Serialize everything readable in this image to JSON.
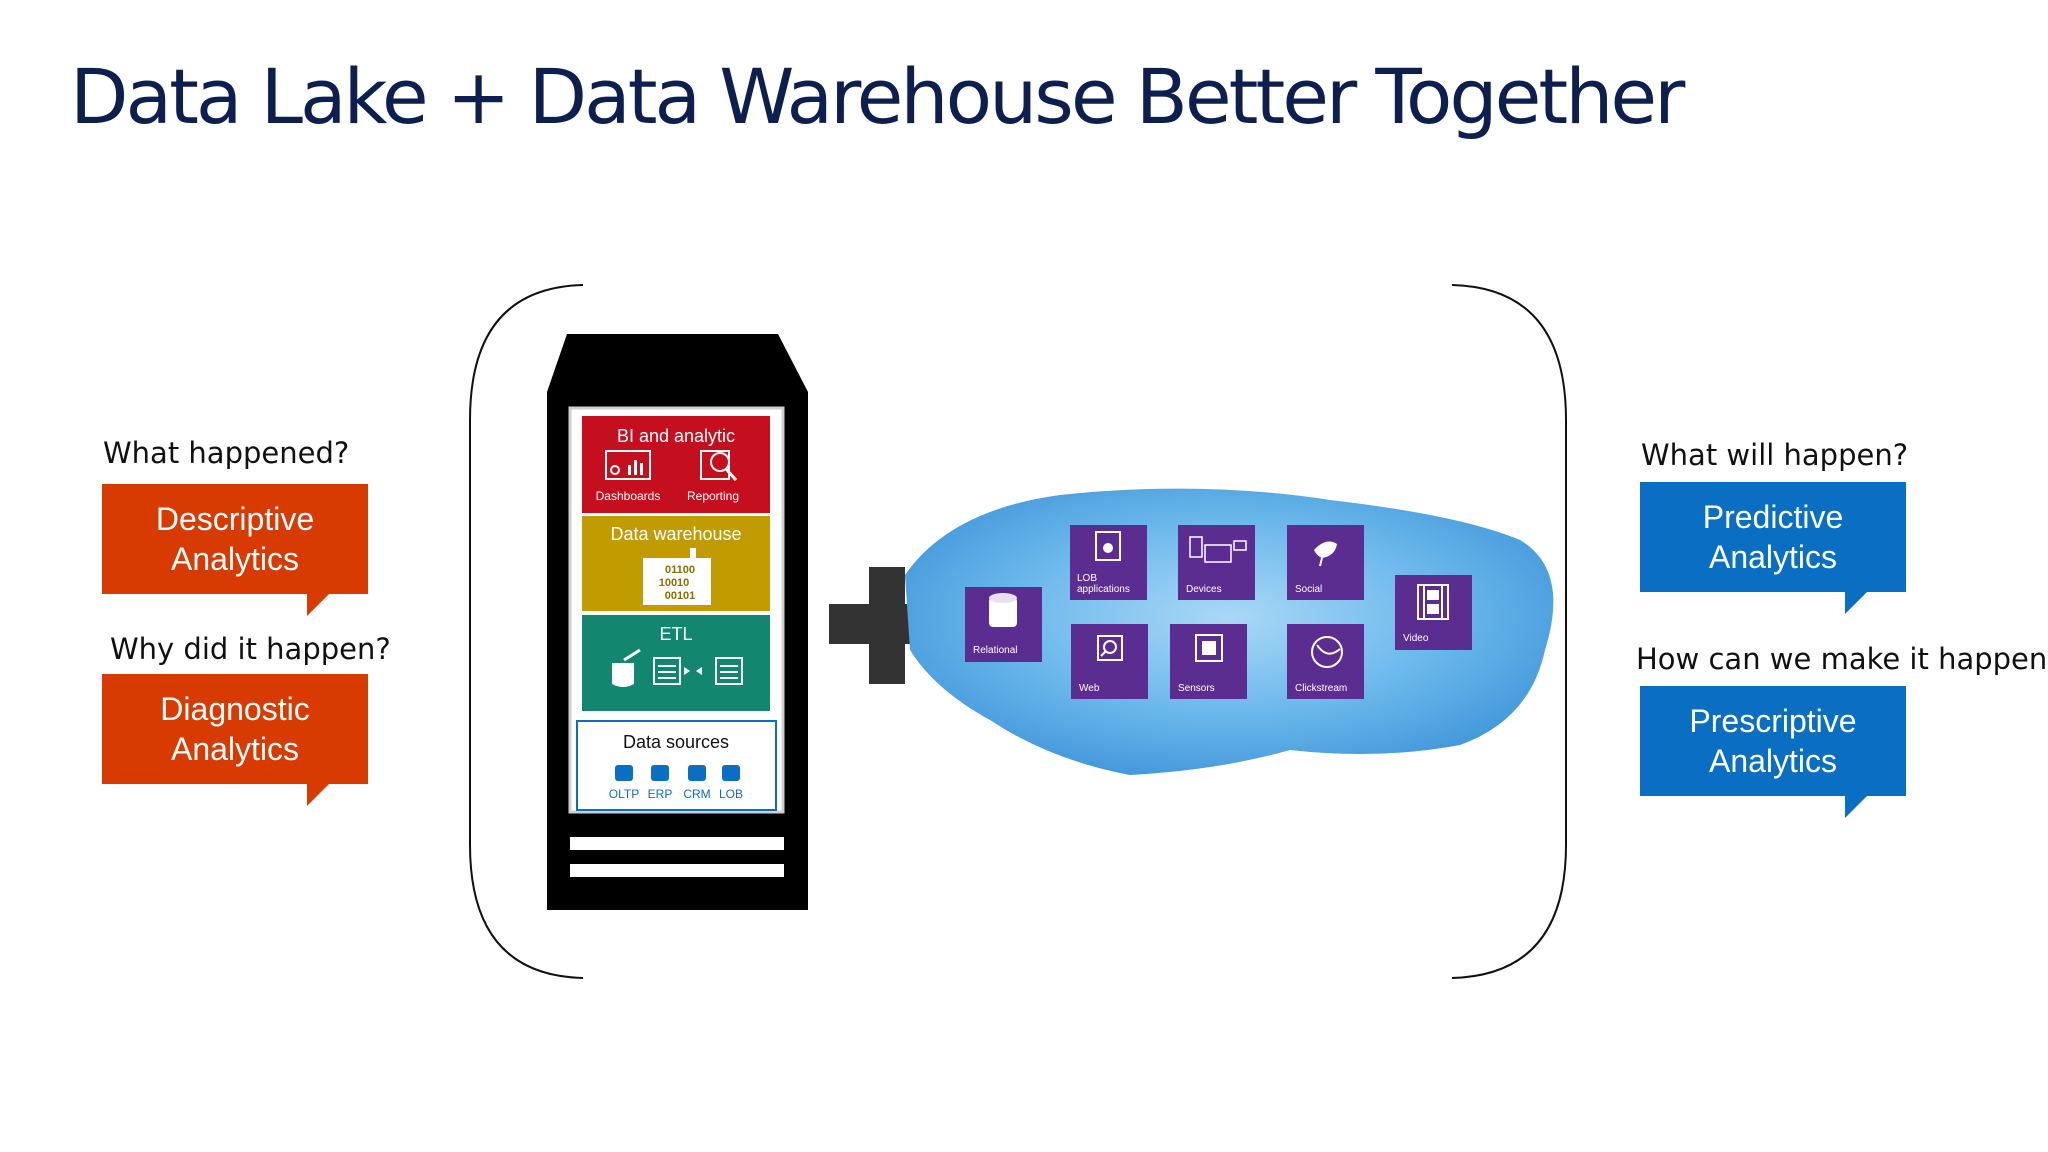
{
  "slide": {
    "title": "Data Lake + Data Warehouse Better Together"
  },
  "left": {
    "q1": "What happened?",
    "c1": [
      "Descriptive",
      "Analytics"
    ],
    "q2": "Why did it happen?",
    "c2": [
      "Diagnostic",
      "Analytics"
    ]
  },
  "right": {
    "q1": "What will happen?",
    "c1": [
      "Predictive",
      "Analytics"
    ],
    "q2": "How can we make it happen?",
    "c2": [
      "Prescriptive",
      "Analytics"
    ]
  },
  "warehouse": {
    "bi_title": "BI and analytic",
    "bi_items": [
      "Dashboards",
      "Reporting"
    ],
    "dw_title": "Data warehouse",
    "binary": [
      "01100",
      "10010",
      "00101"
    ],
    "etl_title": "ETL",
    "ds_title": "Data sources",
    "ds_items": [
      "OLTP",
      "ERP",
      "CRM",
      "LOB"
    ]
  },
  "lake": {
    "tiles": {
      "relational": "Relational",
      "lob1": "LOB",
      "lob2": "applications",
      "devices": "Devices",
      "social": "Social",
      "video": "Video",
      "web": "Web",
      "sensors": "Sensors",
      "clickstream": "Clickstream"
    }
  },
  "colors": {
    "title": "#0c1f4f",
    "orange_callout": "#d83b01",
    "blue_callout": "#0a6fc3",
    "bi_red": "#c50f1f",
    "dw_gold": "#c19c00",
    "etl_green": "#13866f",
    "tile_purple": "#5c2d91",
    "tower": "#000000"
  }
}
